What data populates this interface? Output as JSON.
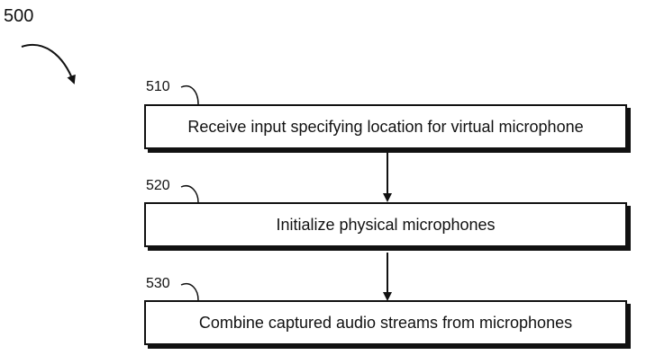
{
  "figure": {
    "number": "500"
  },
  "steps": [
    {
      "ref": "510",
      "label": "Receive input specifying location for virtual microphone"
    },
    {
      "ref": "520",
      "label": "Initialize physical microphones"
    },
    {
      "ref": "530",
      "label": "Combine captured audio streams from microphones"
    }
  ]
}
